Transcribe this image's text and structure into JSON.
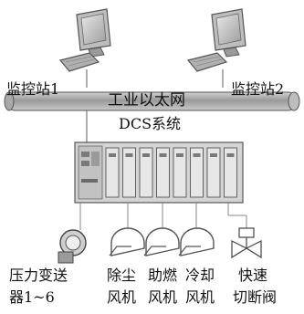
{
  "stations": [
    {
      "label": "监控站1"
    },
    {
      "label": "监控站2"
    }
  ],
  "bus_label": "工业以太网",
  "dcs_label": "DCS系统",
  "devices": [
    {
      "line1": "压力变送",
      "line2": "器1~6"
    },
    {
      "line1": "除尘",
      "line2": "风机"
    },
    {
      "line1": "助燃",
      "line2": "风机"
    },
    {
      "line1": "冷却",
      "line2": "风机"
    },
    {
      "line1": "快速",
      "line2": "切断阀"
    }
  ]
}
